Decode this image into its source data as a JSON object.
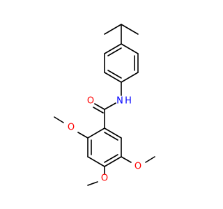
{
  "molecule": {
    "atoms": {
      "amide_oxygen": {
        "text": "O",
        "color": "#ff0000"
      },
      "amide_nitrogen": {
        "text": "N",
        "color": "#0000ff"
      },
      "amide_hydrogen": {
        "text": "H",
        "color": "#0000ff"
      },
      "methoxy_oxygen_2": {
        "text": "O",
        "color": "#ff0000"
      },
      "methoxy_oxygen_4": {
        "text": "O",
        "color": "#ff0000"
      },
      "methoxy_oxygen_5": {
        "text": "O",
        "color": "#ff0000"
      }
    },
    "bond_color": "#000000"
  }
}
